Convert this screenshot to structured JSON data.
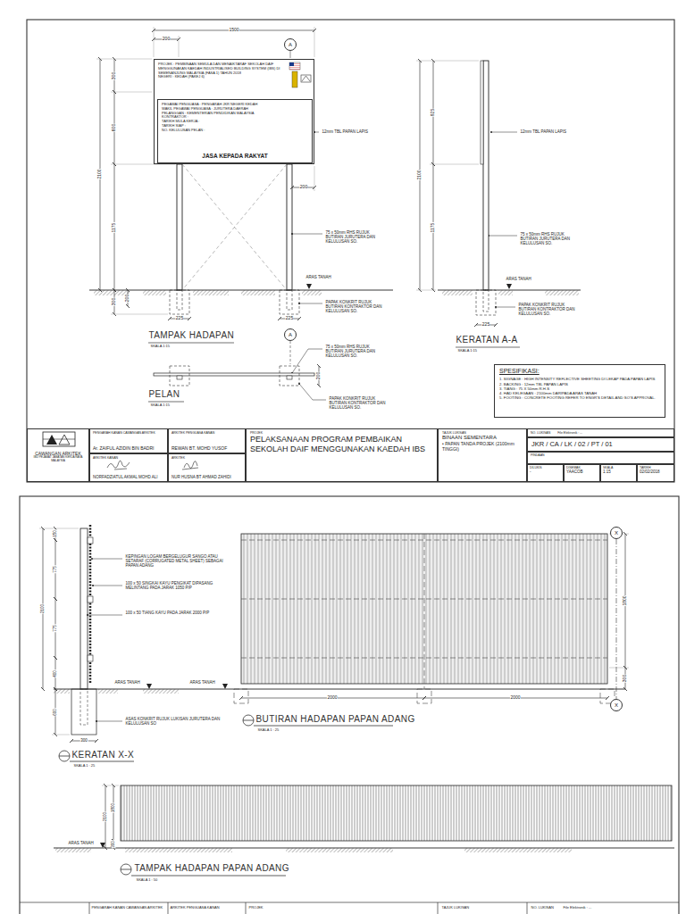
{
  "diagram": {
    "nodes": [
      {
        "text": [
          "PROJEK : PEMBINAAN SEMULA DAN MENAIKTARAF SEKOLAH DAIF MENGGUNAKAN KAEDAH INDUSTRIALISED BUILDING SYSTEM (IBS) DI SEMENANJUNG MALAYSIA (FASA 1) TAHUN 2018",
          "NEGERI : KEDAH (PAKEJ 6)"
        ]
      },
      {
        "text": [
          "PEGAWAI PENGUASA : PENGARAH JKR NEGERI KEDAH",
          "WAKIL PEGAWAI PENGUASA : JURUTERA DAERAH",
          "PELANGGAN : KEMENTERIAN PENDIDIKAN MALAYSIA",
          "KONTRAKTOR :",
          "TARIKH MULA KERJA :",
          "TARIKH SIAP :",
          "NO. KELULUSAN PELAN :",
          "JASA KEPADA RAKYAT"
        ],
        "in": 0
      },
      {
        "text": [
          "A"
        ]
      },
      {
        "text": [
          "A"
        ]
      },
      {
        "text": [
          "SPESIFIKASI:",
          "1. SIGNAGE : HIGH INTENSITY REFLECTIVE SHEETING DI LEKAP PADA PAPAN LAPIS",
          "2. BACKING : 12mm TBL PAPAN LAPIS",
          "3. TIANG : 75 X 50mm R.H.S",
          "4. HAD KELEGAAN : 2100mm DARIPADA ARAS TANAH",
          "5. FOOTING : CONCRETE FOOTING REFER TO ENGR'S DETAIL AND SO'S APPROVAL."
        ]
      },
      {
        "text": [
          "CAWANGAN ARKITEK",
          "IBU PEJABAT JABATAN KERJA RAYA MALAYSIA"
        ]
      },
      {
        "text": [
          "PENGARAH KANAN CAWANGAN ARKITEK",
          "Ar. ZAIFUL AZIDIN BIN BADRI"
        ]
      },
      {
        "text": [
          "ARKITEK PENGUASA KANAN",
          "REWAN BT. MOHD YUSOF"
        ]
      },
      {
        "text": [
          "ARKITEK KANAN",
          "NORFADZIATUL AKMAL MOHD ALI"
        ]
      },
      {
        "text": [
          "ARKITEK",
          "NUR HUSNA BT AHMAD ZAHIDI"
        ]
      },
      {
        "text": [
          "PROJEK",
          "PELAKSANAAN PROGRAM PEMBAIKAN SEKOLAH DAIF MENGGUNAKAN KAEDAH IBS"
        ]
      },
      {
        "text": [
          "TAJUK LUKISAN",
          "BINAAN SEMENTARA",
          "• PAPAN TANDA PROJEK (2100mm TINGGI)"
        ]
      },
      {
        "text": [
          "NO. LUKISAN",
          "File Elektronik : ..."
        ]
      },
      {
        "text": [
          "JKR / CA / LK / 02 / PT / 01"
        ]
      },
      {
        "text": [
          "PINDAAN"
        ]
      },
      {
        "text": [
          "DILUKIS",
          "-"
        ]
      },
      {
        "text": [
          "DISEMAK",
          "YAACOB"
        ]
      },
      {
        "text": [
          "SKALA",
          "1:15"
        ]
      },
      {
        "text": [
          "TARIKH",
          "02/02/2018"
        ]
      },
      {
        "text": [
          "X"
        ]
      },
      {
        "text": [
          "X"
        ]
      }
    ],
    "labels": [
      "1500",
      "200",
      "300",
      "600",
      "2100",
      "1175",
      "300",
      "200",
      "200",
      "225",
      "225",
      "12mm TBL PAPAN LAPIS",
      "75 x 50mm RHS RUJUK BUTIRAN JURUTERA DAN KELULUSAN SO.",
      "ARAS TANAH",
      "PAPAK KONKRIT RUJUK BUTIRAN KONTRAKTOR DAN KELULUSAN SO.",
      "TAMPAK HADAPAN",
      "SKALA 1:15",
      "75 x 50mm RHS RUJUK BUTIRAN JURUTERA DAN KELULUSAN SO.",
      "200",
      "PAPAK KONKRIT RUJUK BUTIRAN KONTRAKTOR DAN KELULUSAN SO.",
      "PELAN",
      "SKALA 1:15",
      "925",
      "2100",
      "1175",
      "12mm TBL PAPAN LAPIS",
      "75 x 50mm RHS RUJUK BUTIRAN JURUTERA DAN KELULUSAN SO.",
      "ARAS TANAH",
      "PAPAK KONKRIT RUJUK BUTIRAN KONTRAKTOR DAN KELULUSAN SO.",
      "225",
      "KERATAN A-A",
      "SKALA 1:15",
      "KEPINGAN LOGAM BERGELUGUR SANGO ATAU SETARAF (CORRUGATED METAL SHEET) SEBAGAI PAPAN ADANG",
      "100 x 50 SINGKAI KAYU PENGIKAT DIPASANG MELINTANG PADA JARAK 1050 P/P",
      "100 x 50 TIANG KAYU PADA JARAK 2000 P/P",
      "150",
      "775",
      "2100",
      "775",
      "400",
      "600",
      "ARAS TANAH",
      "ASAS KONKRIT RUJUK LUKISAN JURUTERA DAN KELULUSAN SO",
      "300",
      "KERATAN X-X",
      "SKALA 1 : 25",
      "ARAS TANAH",
      "2000",
      "2000",
      "1800",
      "300",
      "BUTIRAN HADAPAN PAPAN ADANG",
      "SKALA 1 : 25",
      "2100",
      "1800",
      "300",
      "ARAS TANAH",
      "TAMPAK HADAPAN PAPAN ADANG",
      "SKALA 1 : 50",
      "PENGARAH KANAN CAWANGAN ARKITEK",
      "ARKITEK PENGUASA KANAN",
      "PROJEK",
      "TAJUK LUKISAN",
      "NO. LUKISAN",
      "File Elektronik : ..."
    ]
  }
}
